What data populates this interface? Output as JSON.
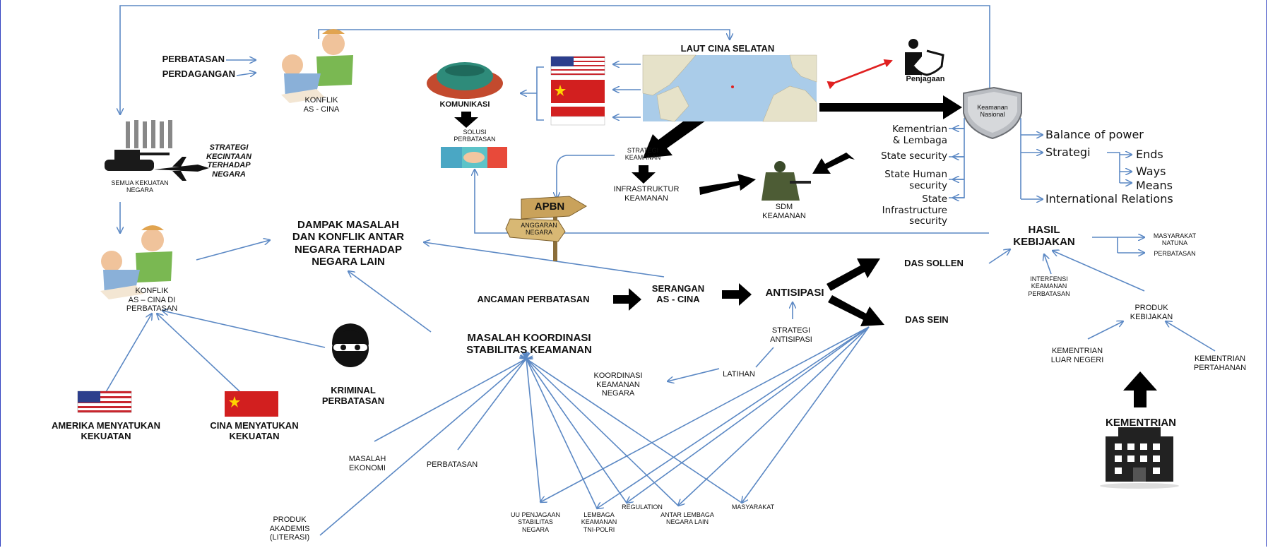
{
  "labels": {
    "laut_cina_selatan": "LAUT CINA SELATAN",
    "perbatasan": "PERBATASAN",
    "perdagangan": "PERDAGANGAN",
    "konflik_as_cina": "KONFLIK\nAS - CINA",
    "komunikasi": "KOMUNIKASI",
    "solusi_perbatasan": "SOLUSI\nPERBATASAN",
    "penjagaan": "Penjagaan",
    "keamanan_nasional": "Keamanan\nNasional",
    "semua_kekuatan": "SEMUA KEKUATAN\nNEGARA",
    "strategi_kecintaan": "STRATEGI\nKECINTAAN\nTERHADAP\nNEGARA",
    "strategi_keamanan": "STRATEGI\nKEAMANAN",
    "infrastruktur_keamanan": "INFRASTRUKTUR\nKEAMANAN",
    "sdm_keamanan": "SDM\nKEAMANAN",
    "apbn": "APBN",
    "anggaran_negara": "ANGGARAN\nNEGARA",
    "kementrian_lembaga": "Kementrian\n& Lembaga",
    "state_security": "State security",
    "state_human_security": "State Human\nsecurity",
    "state_infrastructure_security": "State\nInfrastructure\nsecurity",
    "balance_of_power": "Balance of power",
    "strategi": "Strategi",
    "ends": "Ends",
    "ways": "Ways",
    "means": "Means",
    "international_relations": "International Relations",
    "dampak_masalah": "DAMPAK MASALAH\nDAN KONFLIK ANTAR\nNEGARA TERHADAP\nNEGARA LAIN",
    "konflik_di_perbatasan": "KONFLIK\nAS – CINA DI\nPERBATASAN",
    "hasil_kebijakan": "HASIL\nKEBIJAKAN",
    "masyarakat_natuna": "MASYARAKAT\nNATUNA",
    "perbatasan_small": "PERBATASAN",
    "das_sollen": "DAS SOLLEN",
    "das_sein": "DAS SEIN",
    "ancaman_perbatasan": "ANCAMAN PERBATASAN",
    "serangan_as_cina": "SERANGAN\nAS - CINA",
    "antisipasi": "ANTISIPASI",
    "interfensi": "INTERFENSI\nKEAMANAN\nPERBATASAN",
    "produk_kebijakan": "PRODUK\nKEBIJAKAN",
    "kementrian_luar_negeri": "KEMENTRIAN\nLUAR NEGERI",
    "kementrian_pertahanan": "KEMENTRIAN\nPERTAHANAN",
    "kementrian": "KEMENTRIAN",
    "strategi_antisipasi": "STRATEGI\nANTISIPASI",
    "latihan": "LATIHAN",
    "koordinasi_keamanan": "KOORDINASI\nKEAMANAN\nNEGARA",
    "masalah_koordinasi": "MASALAH KOORDINASI\nSTABILITAS KEAMANAN",
    "kriminal_perbatasan": "KRIMINAL\nPERBATASAN",
    "amerika_menyatukan": "AMERIKA MENYATUKAN\nKEKUATAN",
    "cina_menyatukan": "CINA MENYATUKAN\nKEKUATAN",
    "masalah_ekonomi": "MASALAH\nEKONOMI",
    "perbatasan_bottom": "PERBATASAN",
    "produk_akademis": "PRODUK\nAKADEMIS\n(LITERASI)",
    "uu_penjagaan": "UU PENJAGAAN\nSTABILITAS\nNEGARA",
    "lembaga_keamanan": "LEMBAGA\nKEAMANAN\nTNI-POLRI",
    "regulation": "REGULATION",
    "antar_lembaga": "ANTAR LEMBAGA\nNEGARA LAIN",
    "masyarakat": "MASYARAKAT"
  },
  "icons": [
    "fighting-kids-image",
    "usa-flag-icon",
    "china-flag-icon",
    "indonesia-flag-icon",
    "map-image",
    "globe-icon",
    "handshake-icon",
    "guard-shield-icon",
    "shield-icon",
    "soldiers-icon",
    "tank-icon",
    "jet-icon",
    "soldier-icon",
    "signpost-icon",
    "thief-icon",
    "building-icon"
  ],
  "colors": {
    "connector": "#5b88c4",
    "arrow_black": "#000000",
    "arrow_red": "#e02020",
    "usa_red": "#c8262e",
    "usa_blue": "#2c3e8c",
    "china_red": "#d21f1f",
    "china_star": "#ffd400",
    "sea": "#aacce9",
    "land": "#e6e2c9"
  }
}
